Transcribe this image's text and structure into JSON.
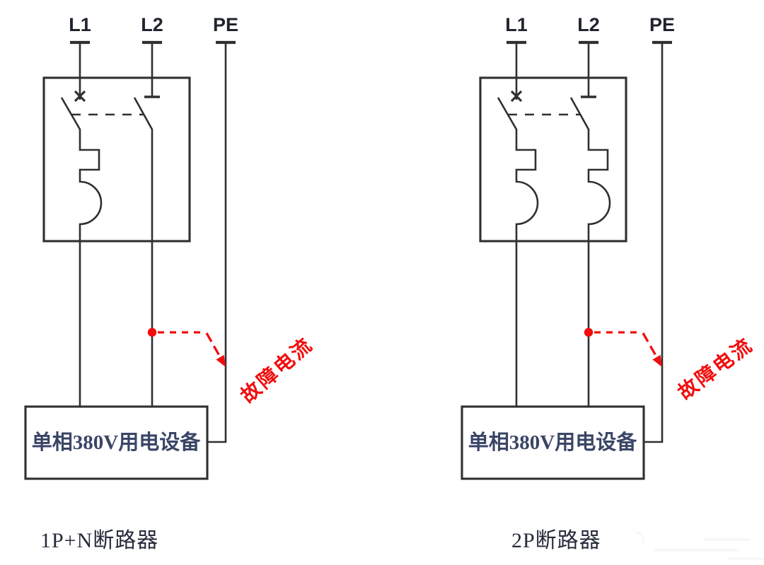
{
  "colors": {
    "line": "#303030",
    "red": "#f20d0d",
    "terminal_label": "#20242e",
    "load_label": "#3a4566",
    "caption": "#262b3a"
  },
  "diagram_left": {
    "terminals": {
      "l1": "L1",
      "l2": "L2",
      "pe": "PE"
    },
    "load_box_label": "单相380V用电设备",
    "fault_current_label": "故障电流",
    "caption": "1P+N断路器"
  },
  "diagram_right": {
    "terminals": {
      "l1": "L1",
      "l2": "L2",
      "pe": "PE"
    },
    "load_box_label": "单相380V用电设备",
    "fault_current_label": "故障电流",
    "caption": "2P断路器"
  }
}
